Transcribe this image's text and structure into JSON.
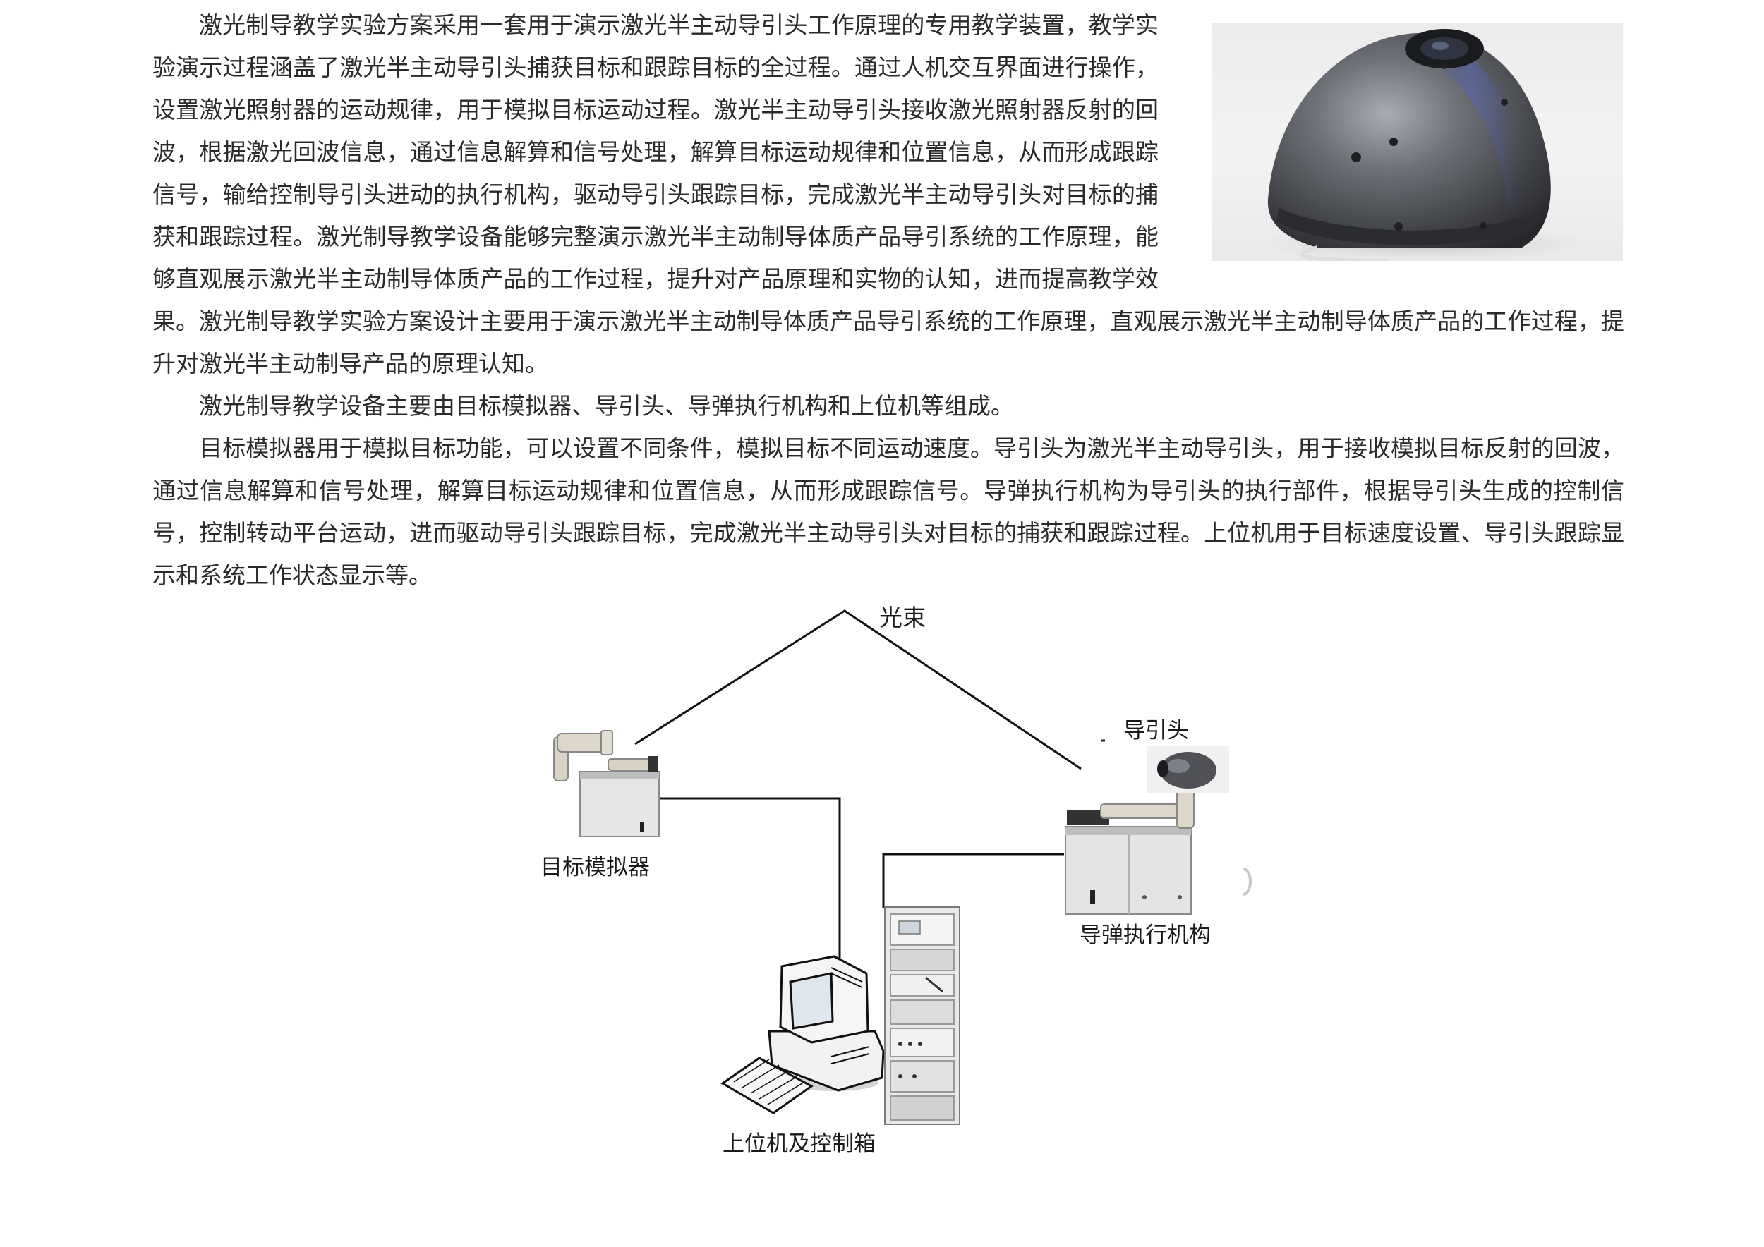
{
  "paragraphs": [
    "激光制导教学实验方案采用一套用于演示激光半主动导引头工作原理的专用教学装置，教学实验演示过程涵盖了激光半主动导引头捕获目标和跟踪目标的全过程。通过人机交互界面进行操作，设置激光照射器的运动规律，用于模拟目标运动过程。激光半主动导引头接收激光照射器反射的回波，根据激光回波信息，通过信息解算和信号处理，解算目标运动规律和位置信息，从而形成跟踪信号，输给控制导引头进动的执行机构，驱动导引头跟踪目标，完成激光半主动导引头对目标的捕获和跟踪过程。激光制导教学设备能够完整演示激光半主动制导体质产品导引系统的工作原理，能够直观展示激光半主动制导体质产品的工作过程，提升对产品原理和实物的认知，进而提高教学效果。",
    "激光制导教学实验方案设计主要用于演示激光半主动制导体质产品导引系统的工作原理，直观展示激光半主动制导体质产品的工作过程，提升对激光半主动制导产品的原理认知。",
    "激光制导教学设备主要由目标模拟器、导引头、导弹执行机构和上位机等组成。",
    "目标模拟器用于模拟目标功能，可以设置不同条件，模拟目标不同运动速度。导引头为激光半主动导引头，用于接收模拟目标反射的回波，通过信息解算和信号处理，解算目标运动规律和位置信息，从而形成跟踪信号。导弹执行机构为导引头的执行部件，根据导引头生成的控制信号，控制转动平台运动，进而驱动导引头跟踪目标，完成激光半主动导引头对目标的捕获和跟踪过程。上位机用于目标速度设置、导引头跟踪显示和系统工作状态显示等。"
  ],
  "diagram": {
    "beam_label": "光束",
    "seeker_label": "导引头",
    "target_simulator_label": "目标模拟器",
    "actuator_label": "导弹执行机构",
    "host_label": "上位机及控制箱"
  },
  "colors": {
    "text": "#2a2a2a",
    "line": "#111111",
    "metal": "#5a5c60"
  }
}
